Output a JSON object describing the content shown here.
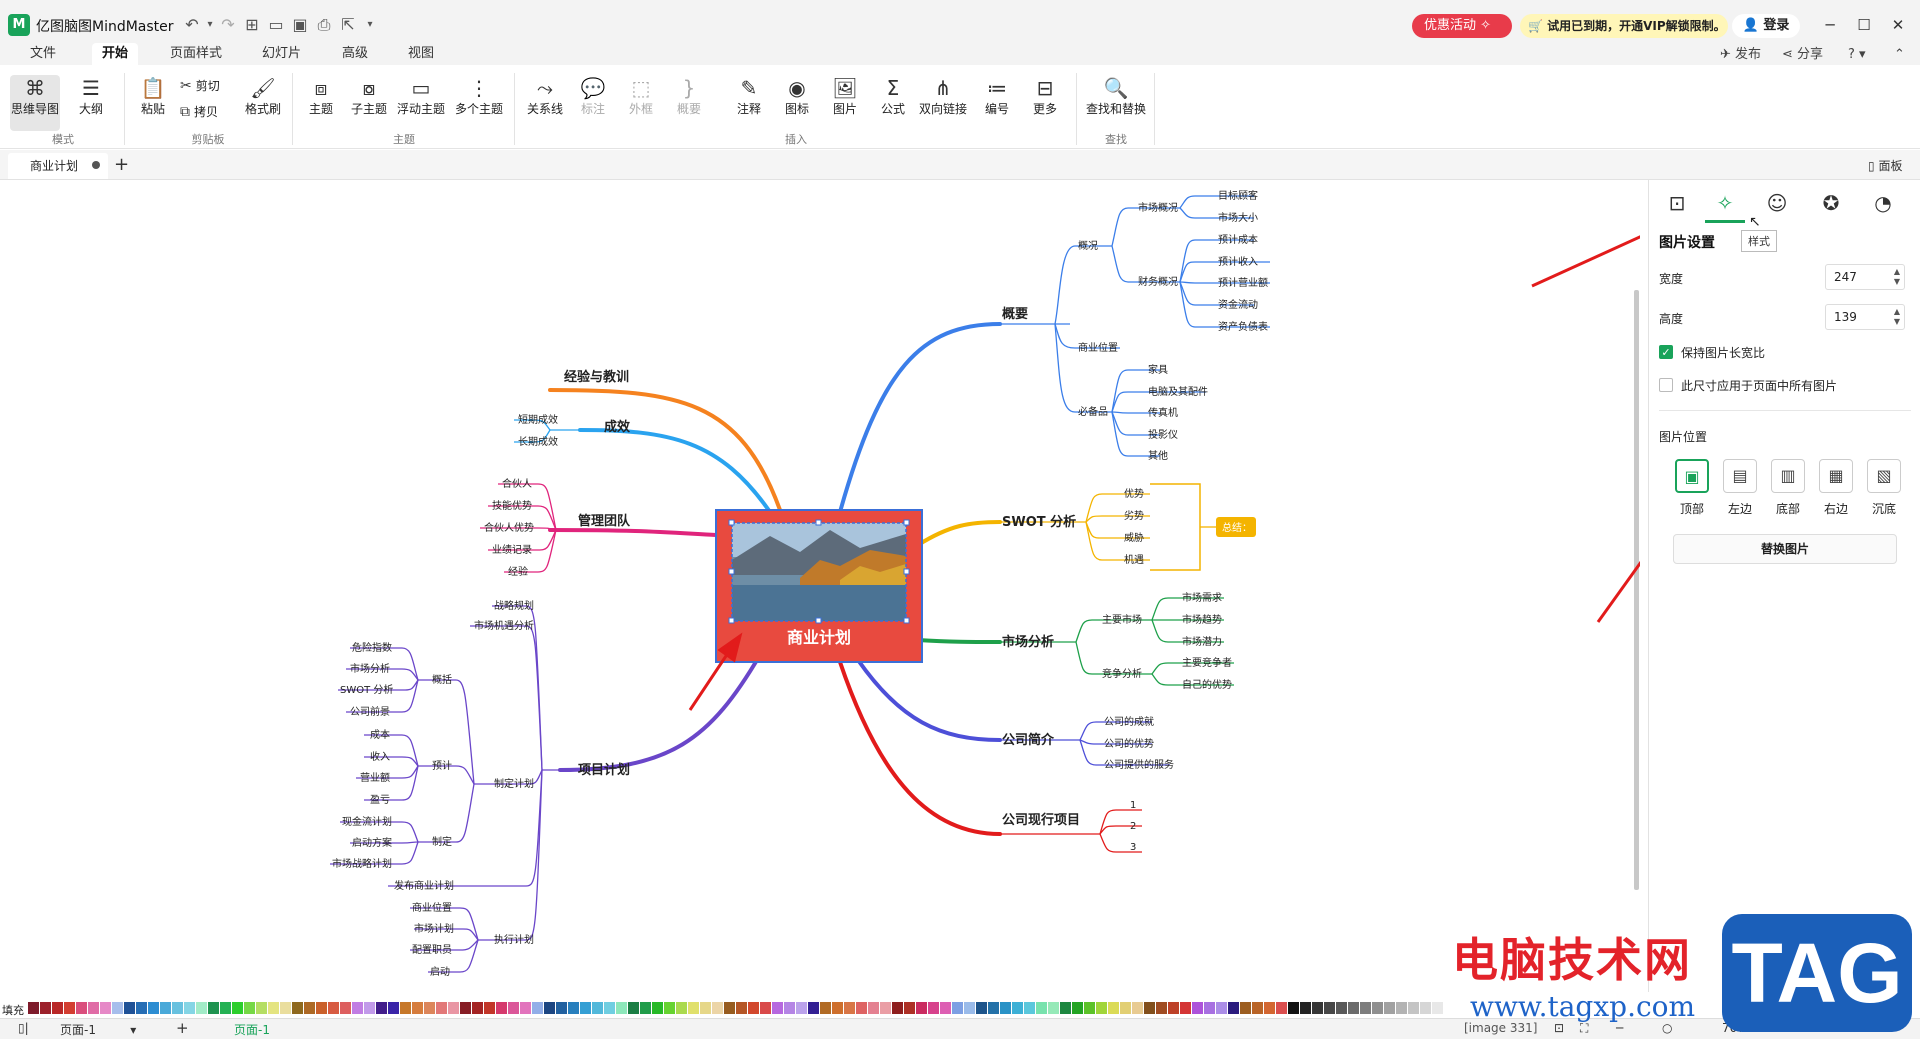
{
  "app": {
    "title": "亿图脑图MindMaster",
    "promo": "优惠活动",
    "trial": "试用已到期，开通VIP解锁限制。",
    "login": "登录"
  },
  "window": {
    "minimize": "─",
    "maximize": "☐",
    "close": "✕"
  },
  "menu": {
    "items": [
      "文件",
      "开始",
      "页面样式",
      "幻灯片",
      "高级",
      "视图"
    ],
    "active": "开始",
    "publish": "发布",
    "share": "分享",
    "help": "?"
  },
  "ribbon": {
    "mode": {
      "mindmap": "思维导图",
      "outline": "大纲",
      "group": "模式"
    },
    "clipboard": {
      "paste": "粘贴",
      "cut": "剪切",
      "copy": "拷贝",
      "format_painter": "格式刷",
      "group": "剪贴板"
    },
    "topic": {
      "topic": "主题",
      "subtopic": "子主题",
      "floating": "浮动主题",
      "multiple": "多个主题",
      "group": "主题"
    },
    "insert": {
      "relation": "关系线",
      "callout": "标注",
      "boundary": "外框",
      "summary": "概要",
      "note": "注释",
      "mark": "图标",
      "image": "图片",
      "formula": "公式",
      "link": "双向链接",
      "numbering": "编号",
      "more": "更多",
      "group": "插入"
    },
    "find": {
      "find_replace": "查找和替换",
      "group": "查找"
    }
  },
  "tabs": {
    "doc": "商业计划",
    "add": "+",
    "panel": "面板"
  },
  "panel": {
    "tooltip": "样式",
    "image_settings": "图片设置",
    "width_label": "宽度",
    "width": "247",
    "height_label": "高度",
    "height": "139",
    "keep_ratio": "保持图片长宽比",
    "apply_all": "此尺寸应用于页面中所有图片",
    "image_position": "图片位置",
    "positions": [
      "顶部",
      "左边",
      "底部",
      "右边",
      "沉底"
    ],
    "replace": "替换图片"
  },
  "mindmap": {
    "central": "商业计划",
    "left": {
      "experience": "经验与教训",
      "results": {
        "label": "成效",
        "children": [
          "短期成效",
          "长期成效"
        ]
      },
      "team": {
        "label": "管理团队",
        "children": [
          "合伙人",
          "技能优势",
          "合伙人优势",
          "业绩记录",
          "经验"
        ]
      },
      "project": {
        "label": "项目计划",
        "strategy": "战略规划",
        "market_opp": "市场机遇分析",
        "make_plan": "制定计划",
        "summary": {
          "label": "概括",
          "children": [
            "危险指数",
            "市场分析",
            "SWOT 分析",
            "公司前景"
          ]
        },
        "budget": {
          "label": "预计",
          "children": [
            "成本",
            "收入",
            "营业额",
            "盈亏"
          ]
        },
        "formulate": {
          "label": "制定",
          "children": [
            "现金流计划",
            "启动方案",
            "市场战略计划"
          ]
        },
        "publish": "发布商业计划",
        "execute": {
          "label": "执行计划",
          "children": [
            "商业位置",
            "市场计划",
            "配置职员",
            "启动"
          ]
        }
      }
    },
    "right": {
      "overview": {
        "label": "概要",
        "general": {
          "label": "概况",
          "market": {
            "label": "市场概况",
            "children": [
              "目标顾客",
              "市场大小"
            ]
          },
          "finance": {
            "label": "财务概况",
            "children": [
              "预计成本",
              "预计收入",
              "预计营业额",
              "资金流动",
              "资产负债表"
            ]
          }
        },
        "location": "商业位置",
        "essentials": {
          "label": "必备品",
          "children": [
            "家具",
            "电脑及其配件",
            "传真机",
            "投影仪",
            "其他"
          ]
        }
      },
      "swot": {
        "label": "SWOT 分析",
        "children": [
          "优势",
          "劣势",
          "威胁",
          "机遇"
        ],
        "summary": "总结："
      },
      "market": {
        "label": "市场分析",
        "main": {
          "label": "主要市场",
          "children": [
            "市场需求",
            "市场趋势",
            "市场潜力"
          ]
        },
        "compete": {
          "label": "竞争分析",
          "children": [
            "主要竞争者",
            "自己的优势"
          ]
        }
      },
      "company": {
        "label": "公司简介",
        "children": [
          "公司的成就",
          "公司的优势",
          "公司提供的服务"
        ]
      },
      "current": {
        "label": "公司现行项目",
        "children": [
          "1",
          "2",
          "3"
        ]
      }
    }
  },
  "colorbar": {
    "fill": "填充"
  },
  "status": {
    "page": "页面-1",
    "add": "+",
    "active_page": "页面-1",
    "image_info": "[image 331]",
    "zoom": "70%"
  },
  "watermark": {
    "cn": "电脑技术网",
    "url": "www.tagxp.com",
    "tag": "TAG"
  },
  "colors": {
    "accent": "#19a35a",
    "central": "#e84a3f",
    "orange": "#f5821f",
    "blue": "#2aa3ef",
    "pink": "#e0247c",
    "purple": "#6a46c9",
    "deepblue": "#3b7ee9",
    "yellow": "#f4b400",
    "green": "#1ea04a",
    "indigo": "#4d4fd8",
    "red": "#e21b1b"
  }
}
